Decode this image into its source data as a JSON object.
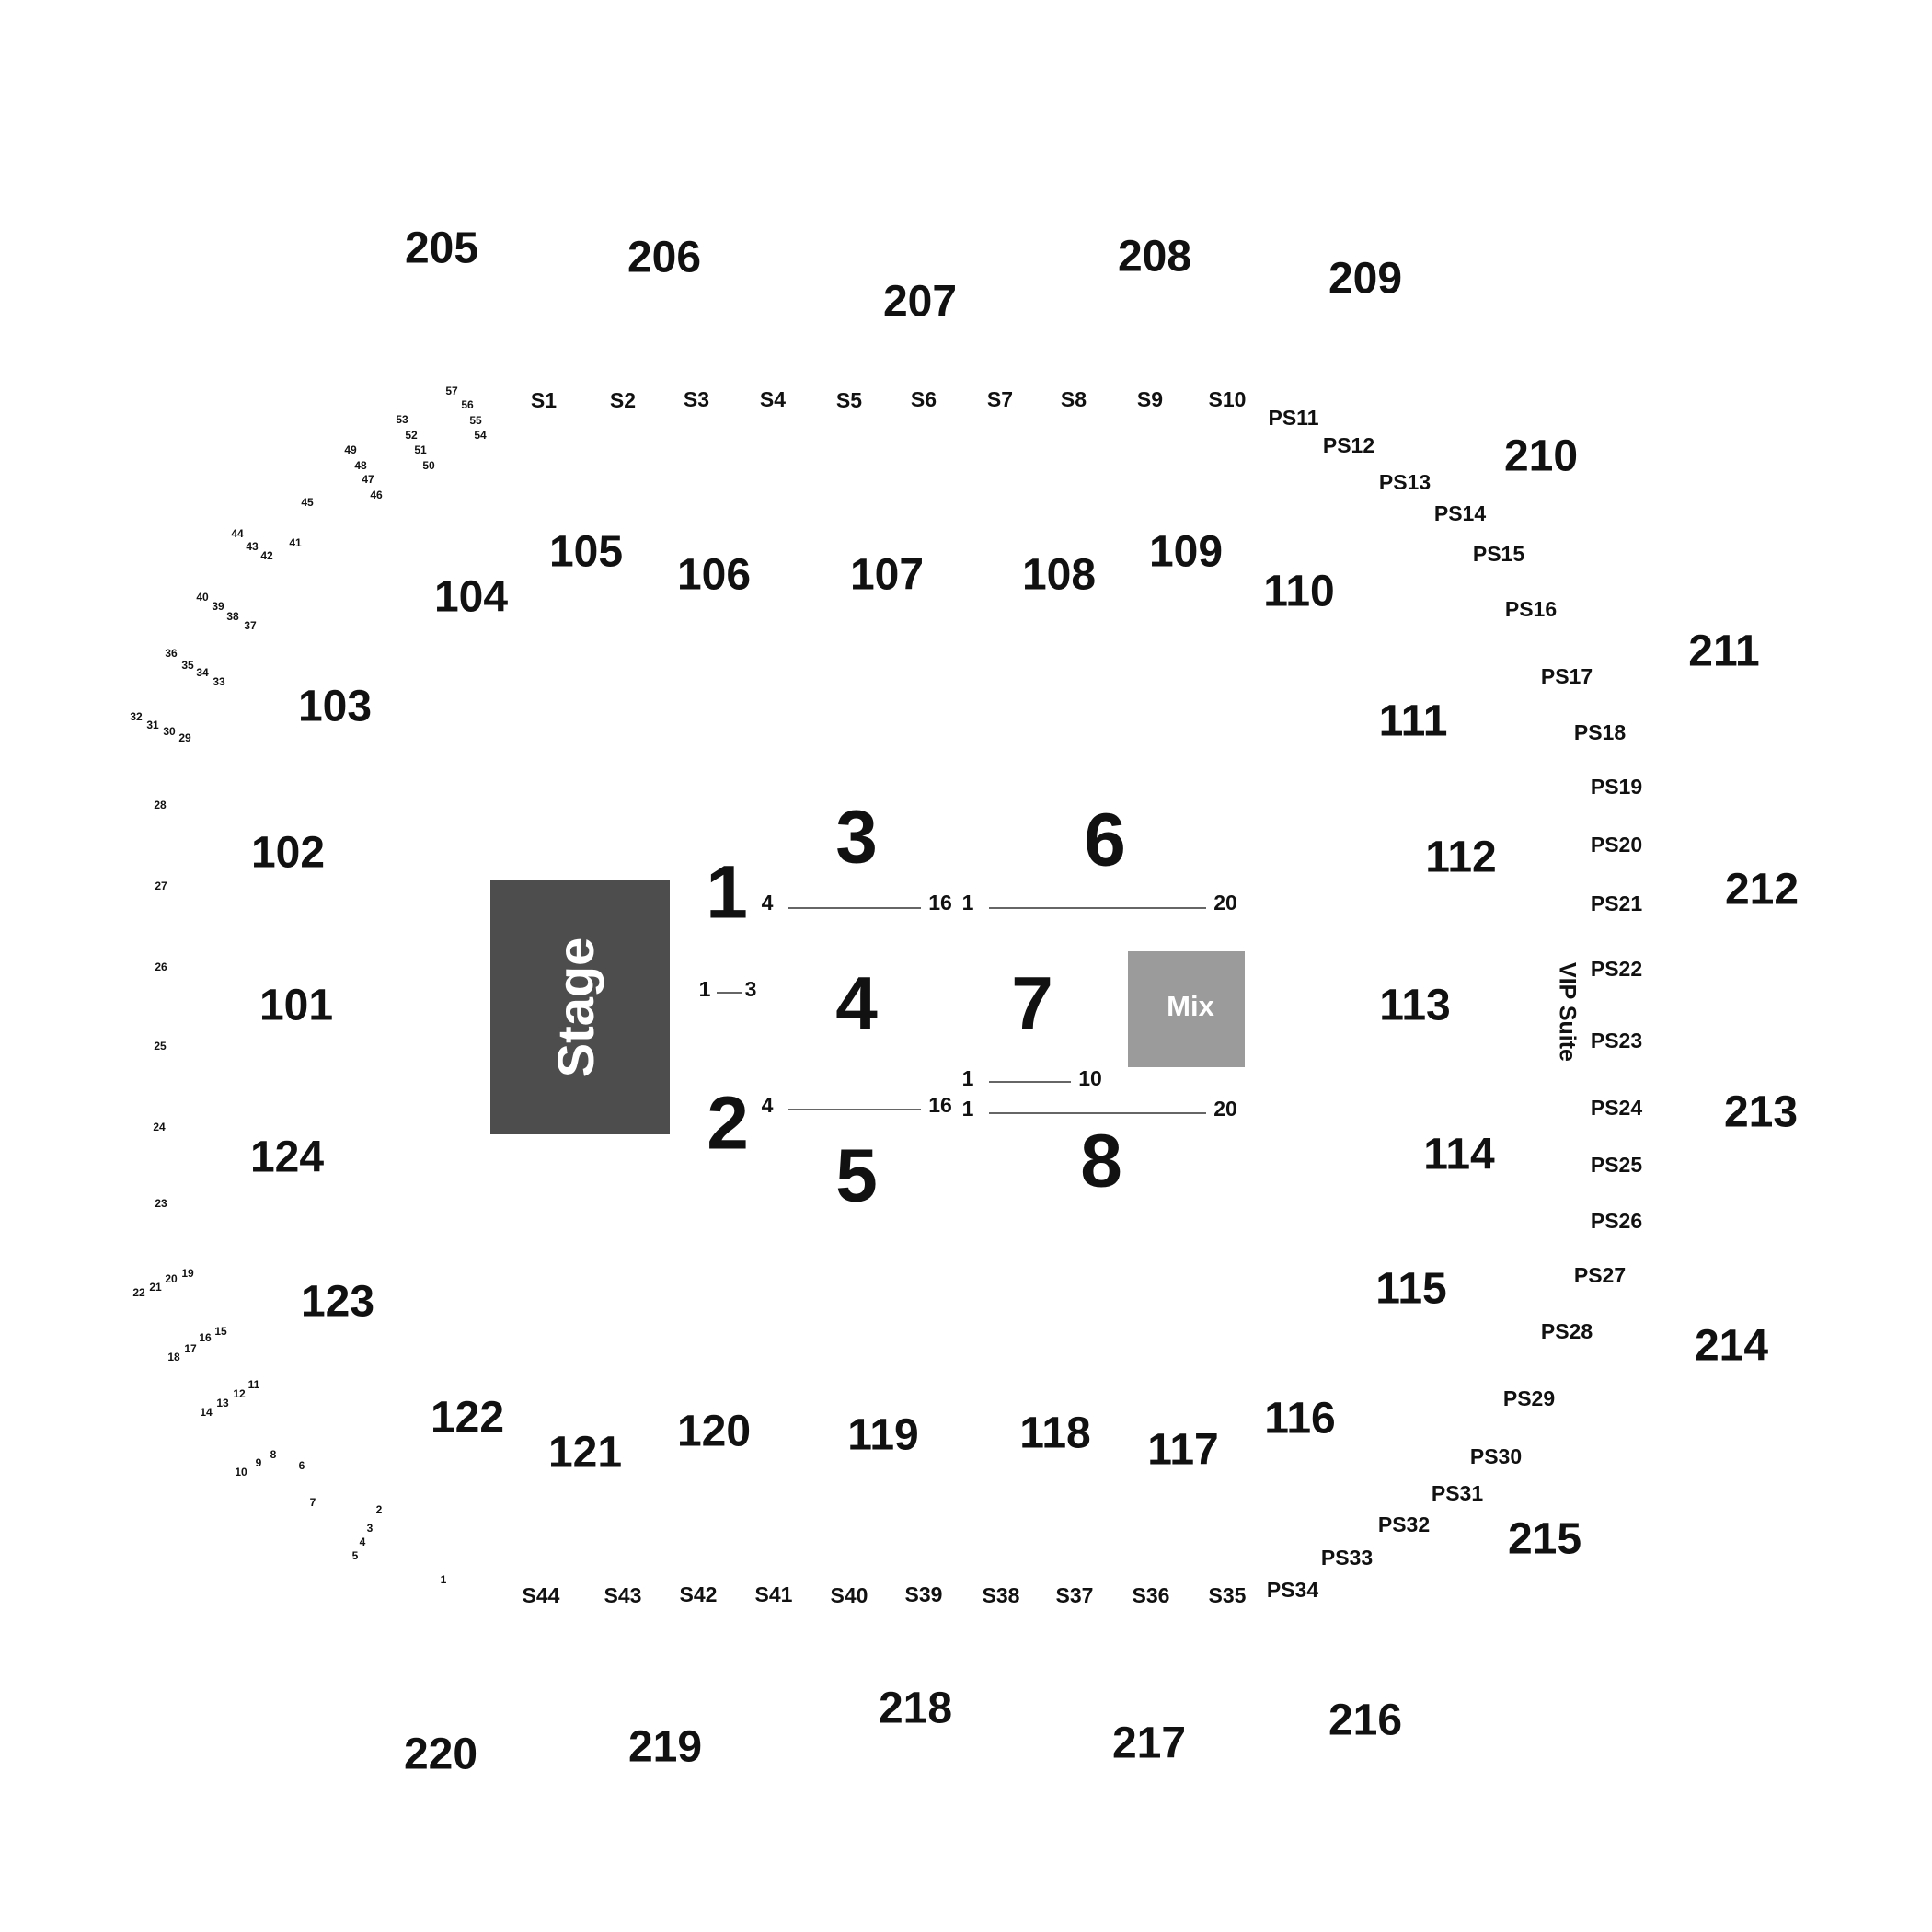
{
  "colors": {
    "stage": "#4d4d4d",
    "mix": "#9b9b9b",
    "text": "#111111",
    "background": "#ffffff"
  },
  "stage_label": "Stage",
  "mix_label": "Mix",
  "vip_label": "VIP Suite",
  "upper_sections": [
    {
      "label": "205"
    },
    {
      "label": "206"
    },
    {
      "label": "207"
    },
    {
      "label": "208"
    },
    {
      "label": "209"
    },
    {
      "label": "210"
    },
    {
      "label": "211"
    },
    {
      "label": "212"
    },
    {
      "label": "213"
    },
    {
      "label": "214"
    },
    {
      "label": "215"
    },
    {
      "label": "216"
    },
    {
      "label": "217"
    },
    {
      "label": "218"
    },
    {
      "label": "219"
    },
    {
      "label": "220"
    }
  ],
  "lower_sections": [
    {
      "label": "101"
    },
    {
      "label": "102"
    },
    {
      "label": "103"
    },
    {
      "label": "104"
    },
    {
      "label": "105"
    },
    {
      "label": "106"
    },
    {
      "label": "107"
    },
    {
      "label": "108"
    },
    {
      "label": "109"
    },
    {
      "label": "110"
    },
    {
      "label": "111"
    },
    {
      "label": "112"
    },
    {
      "label": "113"
    },
    {
      "label": "114"
    },
    {
      "label": "115"
    },
    {
      "label": "116"
    },
    {
      "label": "117"
    },
    {
      "label": "118"
    },
    {
      "label": "119"
    },
    {
      "label": "120"
    },
    {
      "label": "121"
    },
    {
      "label": "122"
    },
    {
      "label": "123"
    },
    {
      "label": "124"
    }
  ],
  "floor_sections": [
    {
      "label": "1"
    },
    {
      "label": "2"
    },
    {
      "label": "3"
    },
    {
      "label": "4"
    },
    {
      "label": "5"
    },
    {
      "label": "6"
    },
    {
      "label": "7"
    },
    {
      "label": "8"
    }
  ],
  "suites_top": [
    {
      "label": "S1"
    },
    {
      "label": "S2"
    },
    {
      "label": "S3"
    },
    {
      "label": "S4"
    },
    {
      "label": "S5"
    },
    {
      "label": "S6"
    },
    {
      "label": "S7"
    },
    {
      "label": "S8"
    },
    {
      "label": "S9"
    },
    {
      "label": "S10"
    }
  ],
  "suites_bottom": [
    {
      "label": "S44"
    },
    {
      "label": "S43"
    },
    {
      "label": "S42"
    },
    {
      "label": "S41"
    },
    {
      "label": "S40"
    },
    {
      "label": "S39"
    },
    {
      "label": "S38"
    },
    {
      "label": "S37"
    },
    {
      "label": "S36"
    },
    {
      "label": "S35"
    }
  ],
  "party_suites": [
    {
      "label": "PS11"
    },
    {
      "label": "PS12"
    },
    {
      "label": "PS13"
    },
    {
      "label": "PS14"
    },
    {
      "label": "PS15"
    },
    {
      "label": "PS16"
    },
    {
      "label": "PS17"
    },
    {
      "label": "PS18"
    },
    {
      "label": "PS19"
    },
    {
      "label": "PS20"
    },
    {
      "label": "PS21"
    },
    {
      "label": "PS22"
    },
    {
      "label": "PS23"
    },
    {
      "label": "PS24"
    },
    {
      "label": "PS25"
    },
    {
      "label": "PS26"
    },
    {
      "label": "PS27"
    },
    {
      "label": "PS28"
    },
    {
      "label": "PS29"
    },
    {
      "label": "PS30"
    },
    {
      "label": "PS31"
    },
    {
      "label": "PS32"
    },
    {
      "label": "PS33"
    },
    {
      "label": "PS34"
    }
  ],
  "boxes": [
    {
      "label": "1"
    },
    {
      "label": "2"
    },
    {
      "label": "3"
    },
    {
      "label": "4"
    },
    {
      "label": "5"
    },
    {
      "label": "6"
    },
    {
      "label": "7"
    },
    {
      "label": "8"
    },
    {
      "label": "9"
    },
    {
      "label": "10"
    },
    {
      "label": "11"
    },
    {
      "label": "12"
    },
    {
      "label": "13"
    },
    {
      "label": "14"
    },
    {
      "label": "15"
    },
    {
      "label": "16"
    },
    {
      "label": "17"
    },
    {
      "label": "18"
    },
    {
      "label": "19"
    },
    {
      "label": "20"
    },
    {
      "label": "21"
    },
    {
      "label": "22"
    },
    {
      "label": "23"
    },
    {
      "label": "24"
    },
    {
      "label": "25"
    },
    {
      "label": "26"
    },
    {
      "label": "27"
    },
    {
      "label": "28"
    },
    {
      "label": "29"
    },
    {
      "label": "30"
    },
    {
      "label": "31"
    },
    {
      "label": "32"
    },
    {
      "label": "33"
    },
    {
      "label": "34"
    },
    {
      "label": "35"
    },
    {
      "label": "36"
    },
    {
      "label": "37"
    },
    {
      "label": "38"
    },
    {
      "label": "39"
    },
    {
      "label": "40"
    },
    {
      "label": "41"
    },
    {
      "label": "42"
    },
    {
      "label": "43"
    },
    {
      "label": "44"
    },
    {
      "label": "45"
    },
    {
      "label": "46"
    },
    {
      "label": "47"
    },
    {
      "label": "48"
    },
    {
      "label": "49"
    },
    {
      "label": "50"
    },
    {
      "label": "51"
    },
    {
      "label": "52"
    },
    {
      "label": "53"
    },
    {
      "label": "54"
    },
    {
      "label": "55"
    },
    {
      "label": "56"
    },
    {
      "label": "57"
    }
  ],
  "row_labels": [
    {
      "label": "4"
    },
    {
      "label": "16"
    },
    {
      "label": "1"
    },
    {
      "label": "20"
    },
    {
      "label": "1"
    },
    {
      "label": "3"
    },
    {
      "label": "1"
    },
    {
      "label": "10"
    },
    {
      "label": "4"
    },
    {
      "label": "16"
    },
    {
      "label": "1"
    },
    {
      "label": "20"
    }
  ]
}
